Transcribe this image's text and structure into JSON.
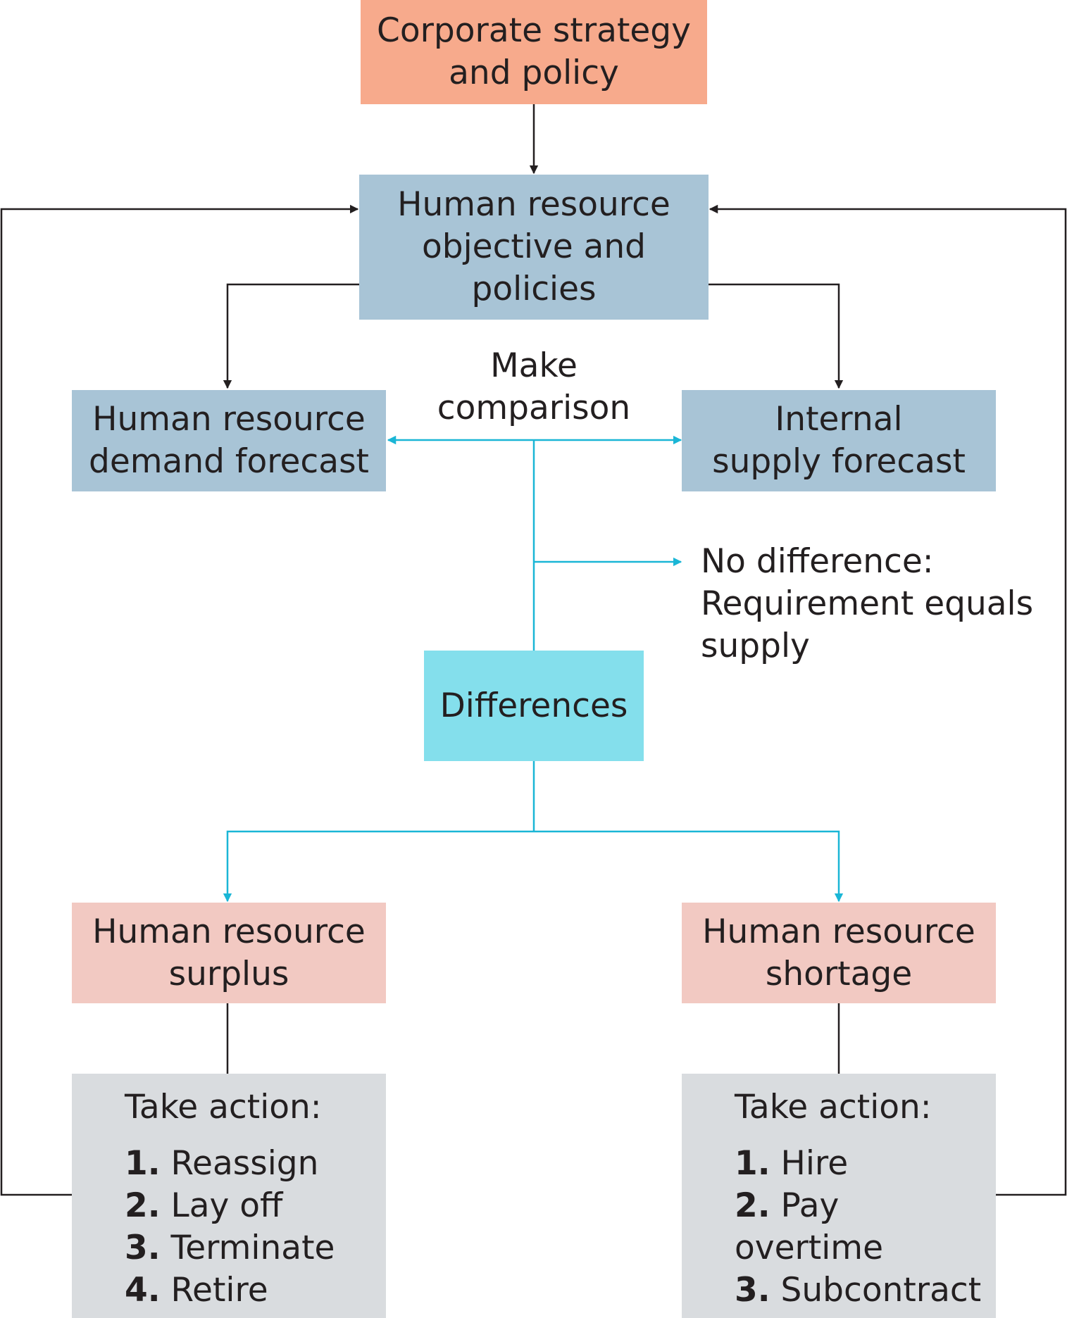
{
  "colors": {
    "strategy_fill": "#f7aa8c",
    "objective_fill": "#a8c4d6",
    "forecast_fill": "#a8c4d6",
    "differences_fill": "#84dfec",
    "outcome_fill": "#f2c9c2",
    "action_fill": "#d9dcdf",
    "connector_dark": "#231f20",
    "connector_cyan": "#1ab6d6"
  },
  "nodes": {
    "strategy": {
      "lines": [
        "Corporate strategy",
        "and policy"
      ]
    },
    "objective": {
      "lines": [
        "Human resource",
        "objective and",
        "policies"
      ]
    },
    "demand": {
      "lines": [
        "Human resource",
        "demand forecast"
      ]
    },
    "supply": {
      "lines": [
        "Internal",
        "supply forecast"
      ]
    },
    "comparison": {
      "lines": [
        "Make",
        "comparison"
      ]
    },
    "no_difference": {
      "lines": [
        "No difference:",
        "Requirement equals",
        "supply"
      ]
    },
    "differences": {
      "lines": [
        "Differences"
      ]
    },
    "surplus": {
      "lines": [
        "Human resource",
        "surplus"
      ]
    },
    "shortage": {
      "lines": [
        "Human resource",
        "shortage"
      ]
    },
    "surplus_action": {
      "heading": "Take action:",
      "items": [
        {
          "num": "1.",
          "text": "Reassign"
        },
        {
          "num": "2.",
          "text": "Lay off"
        },
        {
          "num": "3.",
          "text": "Terminate"
        },
        {
          "num": "4.",
          "text": "Retire"
        }
      ]
    },
    "shortage_action": {
      "heading": "Take action:",
      "items": [
        {
          "num": "1.",
          "text": "Hire"
        },
        {
          "num": "2.",
          "text": "Pay overtime"
        },
        {
          "num": "3.",
          "text": "Subcontract"
        }
      ]
    }
  }
}
